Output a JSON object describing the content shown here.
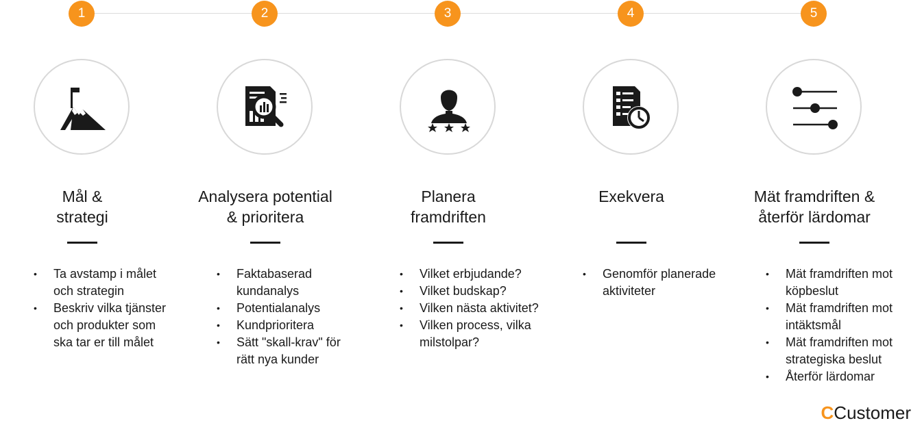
{
  "steps": [
    {
      "number": "1",
      "icon": "mountain-flag-icon",
      "title": [
        "Mål &",
        "strategi"
      ],
      "bullets": [
        [
          "Ta avstamp i målet",
          "och strategin"
        ],
        [
          "Beskriv vilka tjänster",
          "och produkter som",
          "ska tar er till målet"
        ]
      ]
    },
    {
      "number": "2",
      "icon": "document-magnifier-icon",
      "title": [
        "Analysera potential",
        "& prioritera"
      ],
      "bullets": [
        [
          "Faktabaserad",
          "kundanalys"
        ],
        [
          "Potentialanalys"
        ],
        [
          "Kundprioritera"
        ],
        [
          "Sätt \"skall-krav\" för",
          "rätt nya kunder"
        ]
      ]
    },
    {
      "number": "3",
      "icon": "person-rating-icon",
      "title": [
        "Planera",
        "framdriften"
      ],
      "bullets": [
        [
          "Vilket erbjudande?"
        ],
        [
          "Vilket budskap?"
        ],
        [
          "Vilken nästa aktivitet?"
        ],
        [
          "Vilken process, vilka",
          "milstolpar?"
        ]
      ]
    },
    {
      "number": "4",
      "icon": "checklist-clock-icon",
      "title": [
        "Exekvera"
      ],
      "bullets": [
        [
          "Genomför planerade",
          "aktiviteter"
        ]
      ]
    },
    {
      "number": "5",
      "icon": "sliders-icon",
      "title": [
        "Mät framdriften &",
        "återför lärdomar"
      ],
      "bullets": [
        [
          "Mät framdriften mot",
          "köpbeslut"
        ],
        [
          "Mät framdriften mot",
          "intäktsmål"
        ],
        [
          "Mät framdriften mot",
          "strategiska beslut"
        ],
        [
          "Återför lärdomar"
        ]
      ]
    }
  ],
  "logo": {
    "accent": "C",
    "text": "Customer"
  },
  "colors": {
    "accent": "#f7941d",
    "text": "#1a1a1a",
    "circle_border": "#d8d8d8",
    "connector": "#dcdcdc"
  }
}
